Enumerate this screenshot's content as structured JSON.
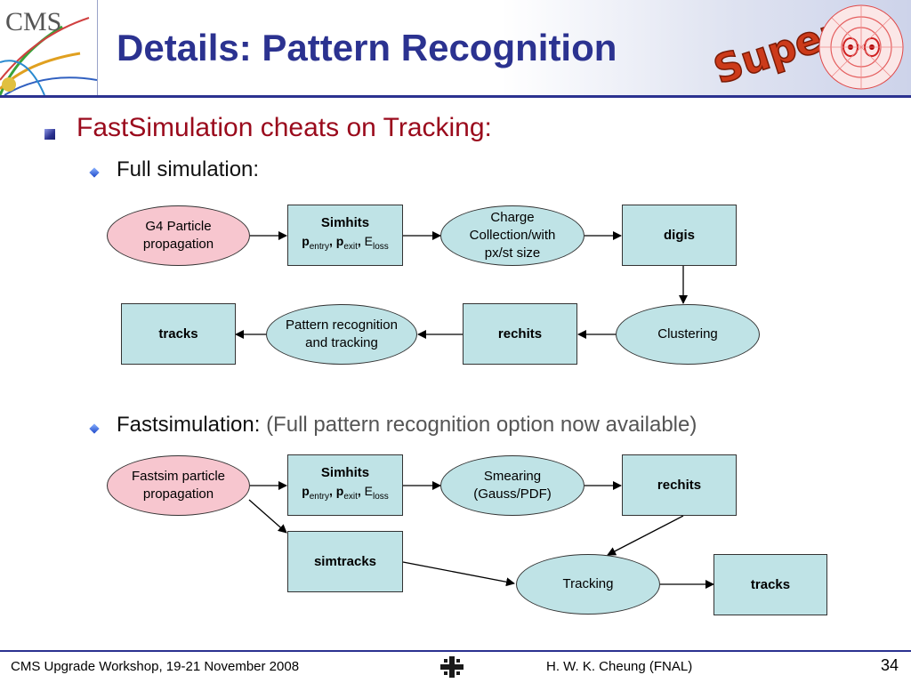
{
  "header": {
    "title": "Details: Pattern Recognition",
    "cms_logo_text": "CMS",
    "super_logo_text": "Super"
  },
  "bullets": {
    "main": "FastSimulation cheats on Tracking:",
    "full": "Full simulation:",
    "fast": "Fastsimulation:",
    "fast_note": "(Full pattern recognition option now available)"
  },
  "full_sim": {
    "g4_line1": "G4 Particle",
    "g4_line2": "propagation",
    "simhits_title": "Simhits",
    "p_entry": "p",
    "p_entry_sub": "entry",
    "p_exit": "p",
    "p_exit_sub": "exit",
    "e_loss": "E",
    "e_loss_sub": "loss",
    "charge_line1": "Charge",
    "charge_line2": "Collection/with",
    "charge_line3": "px/st size",
    "digis": "digis",
    "clustering": "Clustering",
    "rechits": "rechits",
    "pattern_line1": "Pattern recognition",
    "pattern_line2": "and tracking",
    "tracks": "tracks"
  },
  "fast_sim": {
    "fastsim_line1": "Fastsim particle",
    "fastsim_line2": "propagation",
    "simhits_title": "Simhits",
    "p_entry": "p",
    "p_entry_sub": "entry",
    "p_exit": "p",
    "p_exit_sub": "exit",
    "e_loss": "E",
    "e_loss_sub": "loss",
    "smearing_line1": "Smearing",
    "smearing_line2": "(Gauss/PDF)",
    "rechits": "rechits",
    "simtracks": "simtracks",
    "tracking": "Tracking",
    "tracks": "tracks"
  },
  "footer": {
    "left": "CMS Upgrade Workshop, 19-21 November 2008",
    "right": "H. W. K. Cheung (FNAL)",
    "page": "34",
    "fermilab_icon": "fermilab-logo-icon"
  },
  "colors": {
    "title_blue": "#2b3290",
    "bullet_red": "#9a0a1c",
    "box_fill": "#bfe3e6",
    "pink_fill": "#f7c6cf"
  }
}
